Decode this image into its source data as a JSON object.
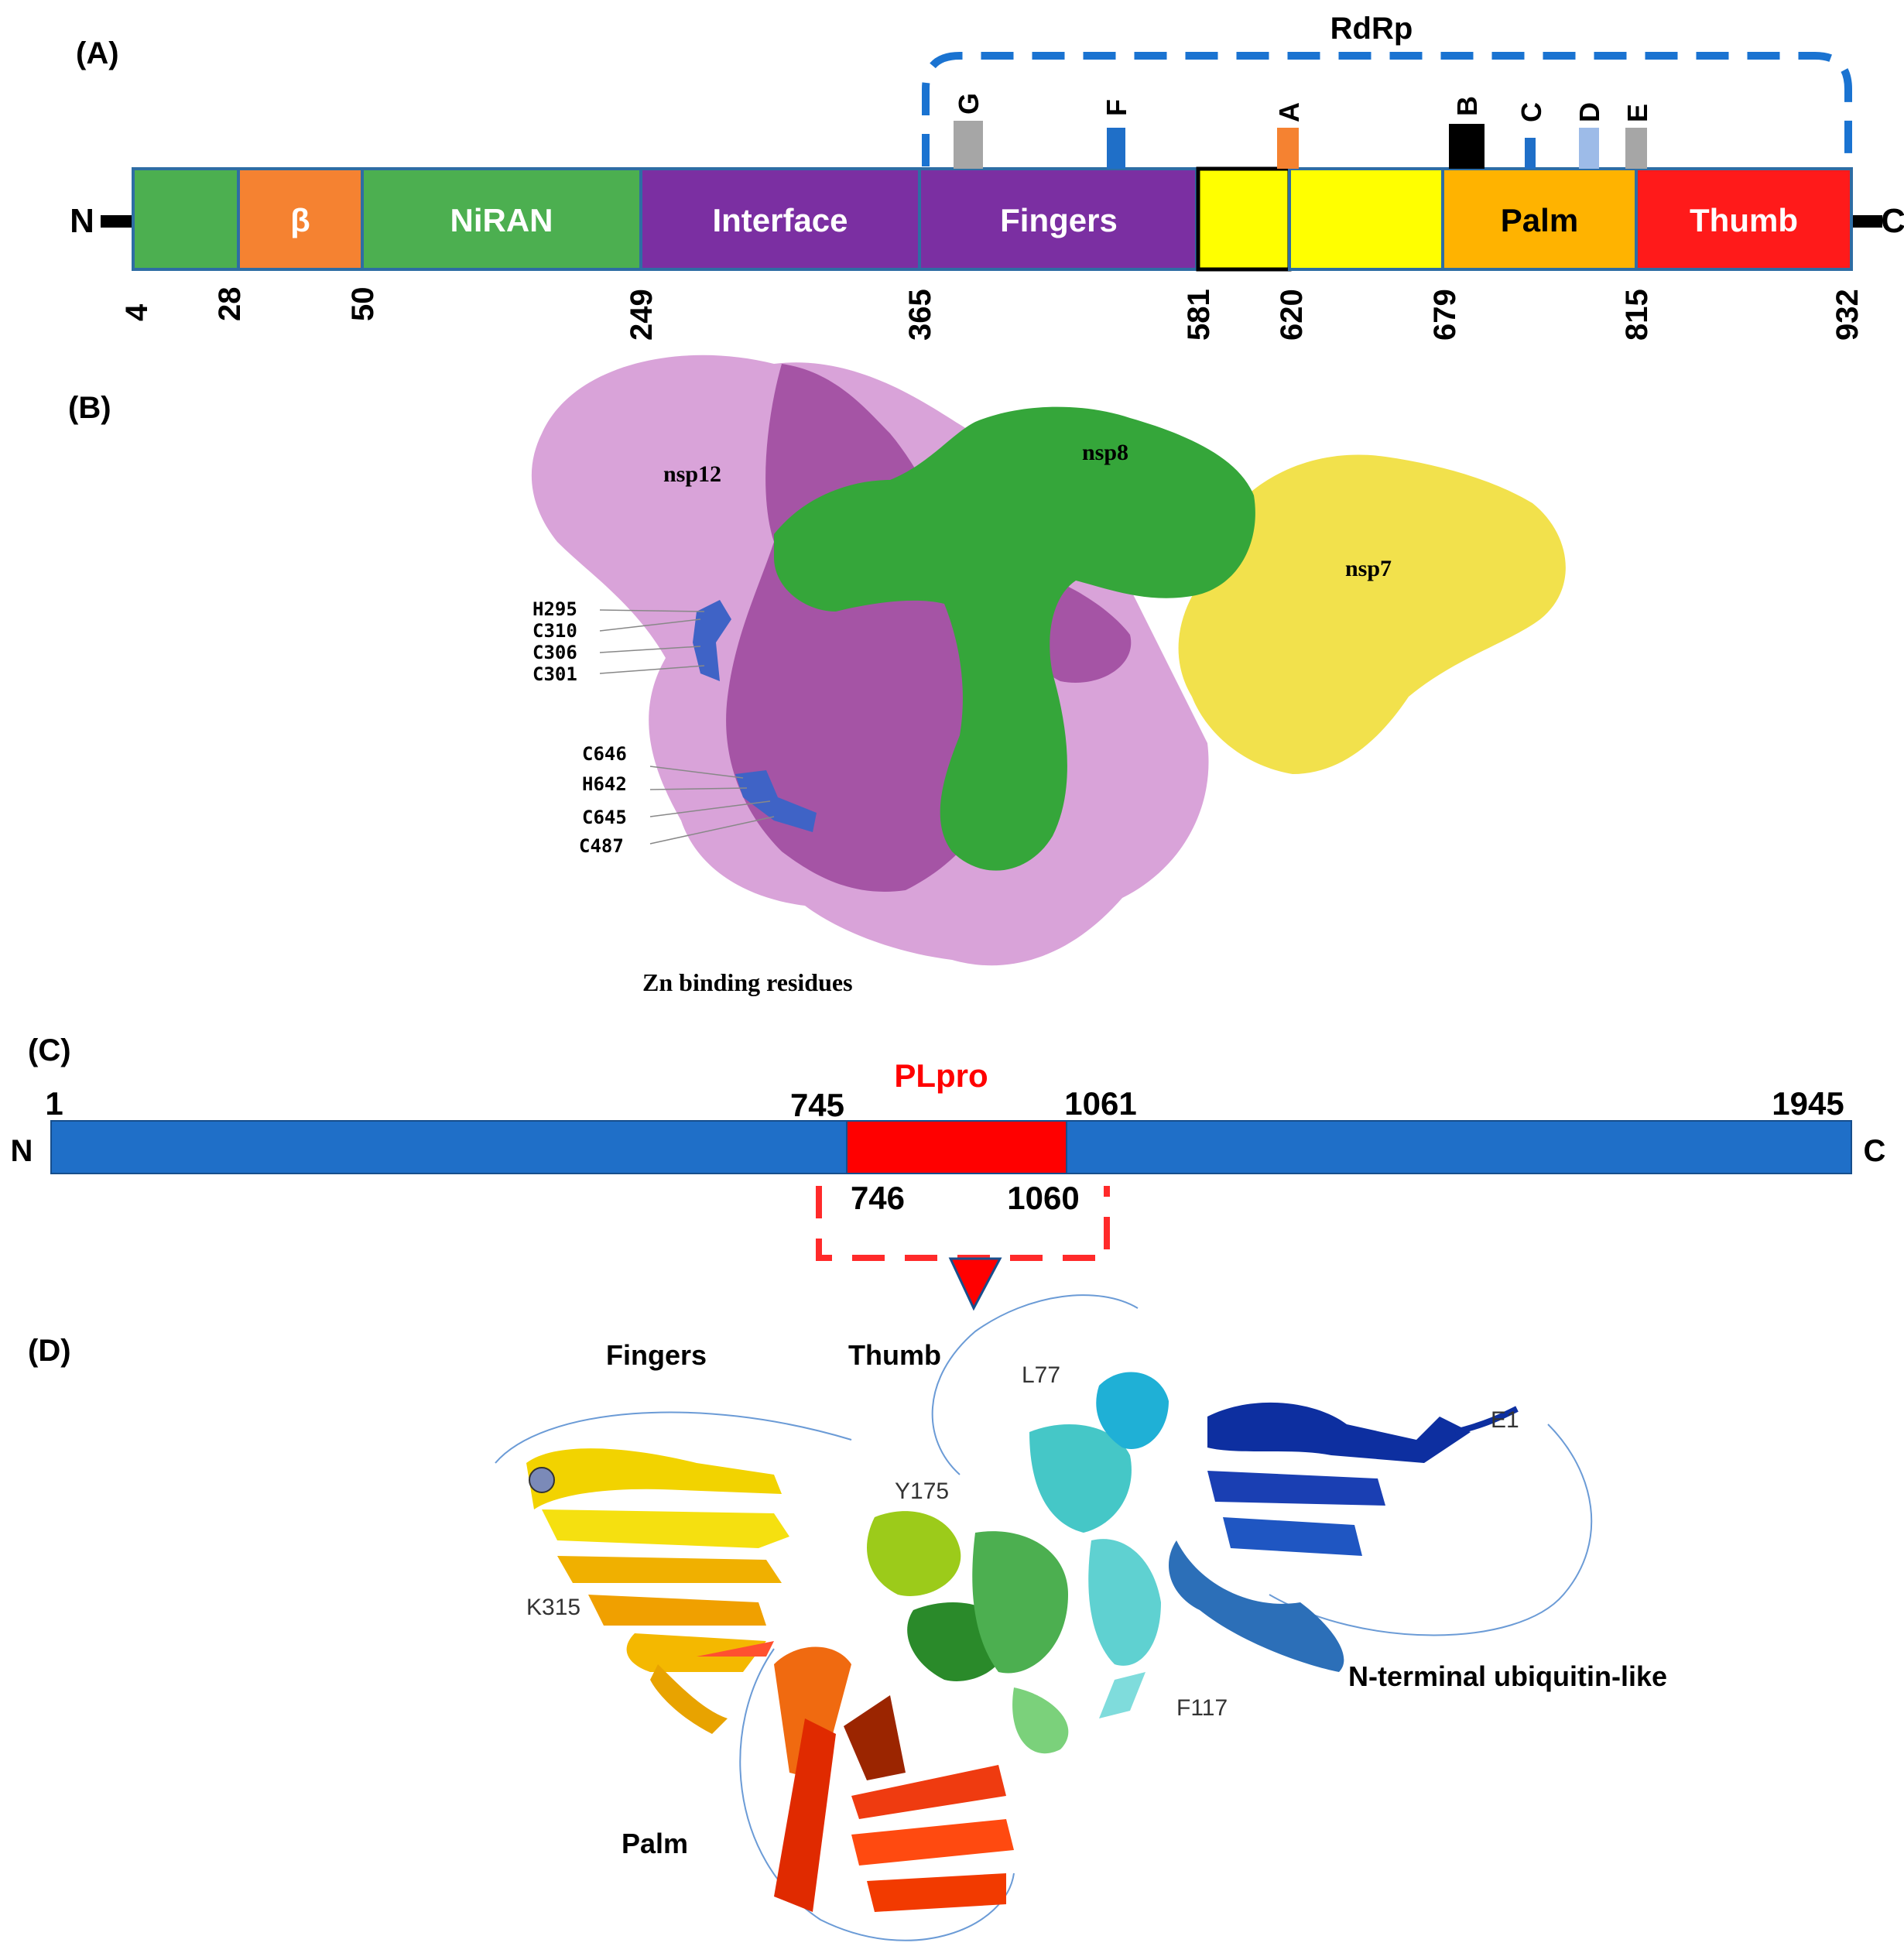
{
  "panel_labels": {
    "a": "(A)",
    "b": "(B)",
    "c": "(C)",
    "d": "(D)"
  },
  "colors": {
    "green": "#4caf50",
    "orange": "#f58231",
    "purple": "#7b2fa2",
    "yellow": "#ffff00",
    "gold": "#ffb300",
    "red": "#ff1a1a",
    "blue": "#1f6fc8",
    "dash_blue": "#1a73d1",
    "dash_red": "#ff2a2a",
    "nsp12": "#d39ad3",
    "nsp12_dark": "#9c4f9c",
    "nsp8": "#35a63a",
    "nsp7": "#f2e14c"
  },
  "panel_a": {
    "rdrp_label": "RdRp",
    "n_term": "N",
    "c_term": "C",
    "domains": [
      {
        "label": "",
        "color": "#4caf50"
      },
      {
        "label": "β",
        "color": "#f58231"
      },
      {
        "label": "NiRAN",
        "color": "#4caf50"
      },
      {
        "label": "Interface",
        "color": "#7b2fa2"
      },
      {
        "label": "Fingers",
        "color": "#7b2fa2"
      },
      {
        "label": "",
        "color": "#ffff00"
      },
      {
        "label": "",
        "color": "#ffff00"
      },
      {
        "label": "Palm",
        "color": "#ffb300"
      },
      {
        "label": "Thumb",
        "color": "#ff1a1a"
      }
    ],
    "residues": [
      "4",
      "28",
      "50",
      "249",
      "365",
      "581",
      "620",
      "679",
      "815",
      "932"
    ],
    "motifs": [
      {
        "label": "G",
        "color": "#a6a6a6"
      },
      {
        "label": "F",
        "color": "#1f6fc8"
      },
      {
        "label": "A",
        "color": "#f58231"
      },
      {
        "label": "B",
        "color": "#000000"
      },
      {
        "label": "C",
        "color": "#1f6fc8"
      },
      {
        "label": "D",
        "color": "#9dbbe8"
      },
      {
        "label": "E",
        "color": "#a6a6a6"
      }
    ]
  },
  "panel_b": {
    "nsp12": "nsp12",
    "nsp8": "nsp8",
    "nsp7": "nsp7",
    "zn_label": "Zn binding residues",
    "zn_residues": [
      "H295",
      "C310",
      "C306",
      "C301",
      "C646",
      "H642",
      "C645",
      "C487"
    ]
  },
  "panel_c": {
    "pl_label": "PLpro",
    "n_term": "N",
    "c_term": "C",
    "top_numbers": [
      "1",
      "745",
      "1061",
      "1945"
    ],
    "bottom_numbers": [
      "746",
      "1060"
    ]
  },
  "panel_d": {
    "fingers": "Fingers",
    "thumb": "Thumb",
    "palm": "Palm",
    "ubl": "N-terminal ubiquitin-like",
    "residues": [
      "L77",
      "E1",
      "Y175",
      "K315",
      "F117"
    ]
  }
}
